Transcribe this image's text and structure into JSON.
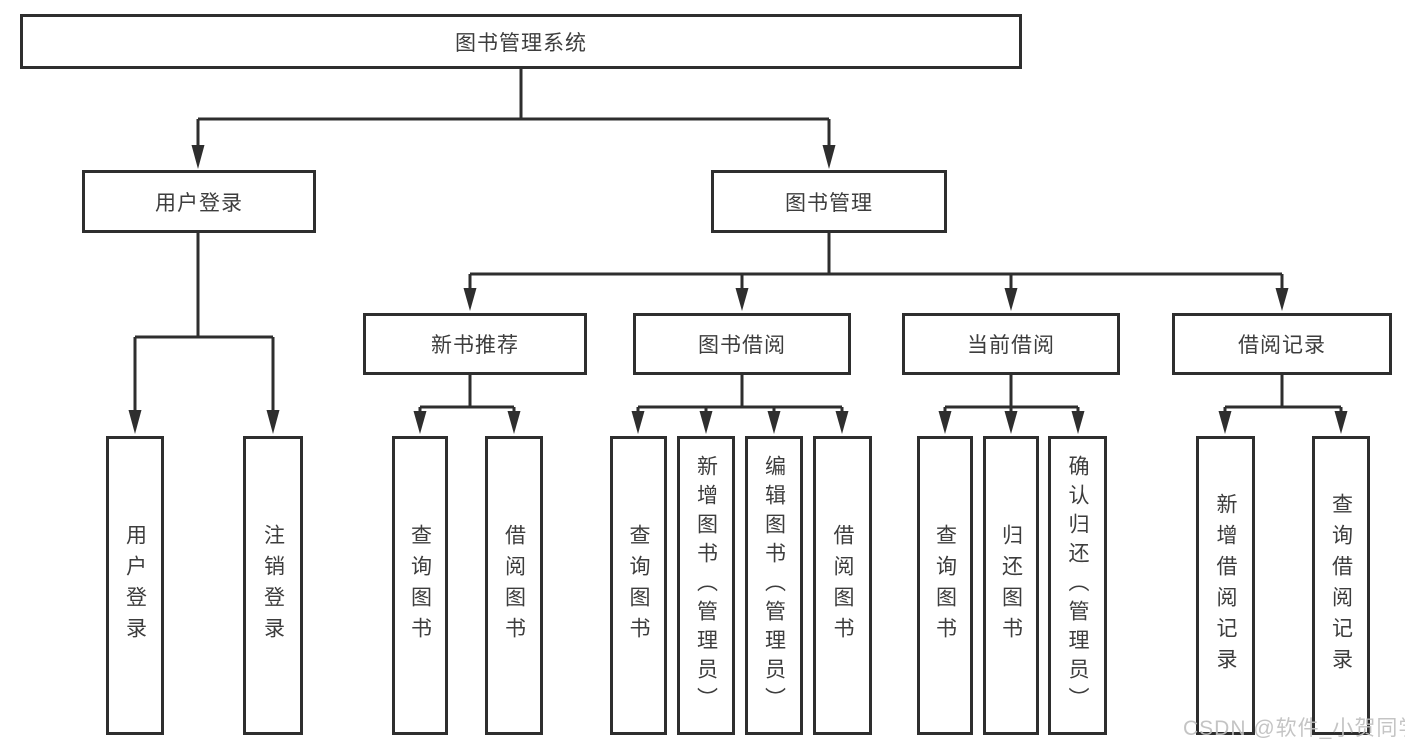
{
  "diagram_title": "图书管理系统",
  "nodes": {
    "root": "图书管理系统",
    "user_login": "用户登录",
    "book_management": "图书管理",
    "new_book_recommend": "新书推荐",
    "book_borrowing": "图书借阅",
    "current_borrowing": "当前借阅",
    "borrowing_records": "借阅记录",
    "leaf_user_login": "用户登录",
    "leaf_logout": "注销登录",
    "leaf_rec_query_books": "查询图书",
    "leaf_rec_borrow_books": "借阅图书",
    "leaf_bb_query_books": "查询图书",
    "leaf_bb_add_books": "新增图书（管理员）",
    "leaf_bb_edit_books": "编辑图书（管理员）",
    "leaf_bb_borrow_books": "借阅图书",
    "leaf_cb_query_books": "查询图书",
    "leaf_cb_return_books": "归还图书",
    "leaf_cb_confirm_return": "确认归还（管理员）",
    "leaf_br_add_record": "新增借阅记录",
    "leaf_br_query_record": "查询借阅记录"
  },
  "watermark": "CSDN @软件_小贺同学",
  "colors": {
    "line": "#2e2e2e",
    "text": "#3d3d3d",
    "bg": "#ffffff",
    "watermark": "#c0c0c0"
  }
}
